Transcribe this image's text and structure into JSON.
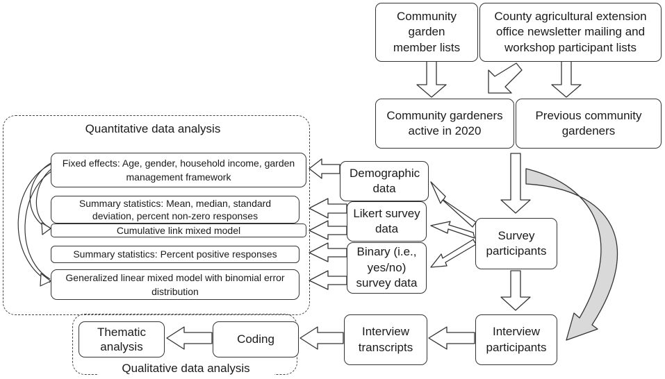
{
  "sources": {
    "community_garden_lists": "Community garden member lists",
    "extension_office_lists": "County agricultural extension office newsletter mailing and workshop participant lists"
  },
  "populations": {
    "active_2020": "Community gardeners active in 2020",
    "previous": "Previous community gardeners"
  },
  "participants": {
    "survey": "Survey participants",
    "interview": "Interview participants"
  },
  "survey_data": {
    "demographic": "Demographic data",
    "likert": "Likert survey data",
    "binary": "Binary (i.e., yes/no) survey data"
  },
  "quantitative": {
    "title": "Quantitative data analysis",
    "fixed_effects": "Fixed effects: Age, gender, household income, garden management framework",
    "summary_likert": "Summary statistics: Mean, median, standard deviation, percent non-zero responses",
    "clmm": "Cumulative link mixed model",
    "summary_binary": "Summary statistics: Percent positive responses",
    "glmm": "Generalized linear mixed model with binomial error distribution"
  },
  "qualitative": {
    "title": "Qualitative data analysis",
    "transcripts": "Interview transcripts",
    "coding": "Coding",
    "thematic": "Thematic analysis"
  }
}
